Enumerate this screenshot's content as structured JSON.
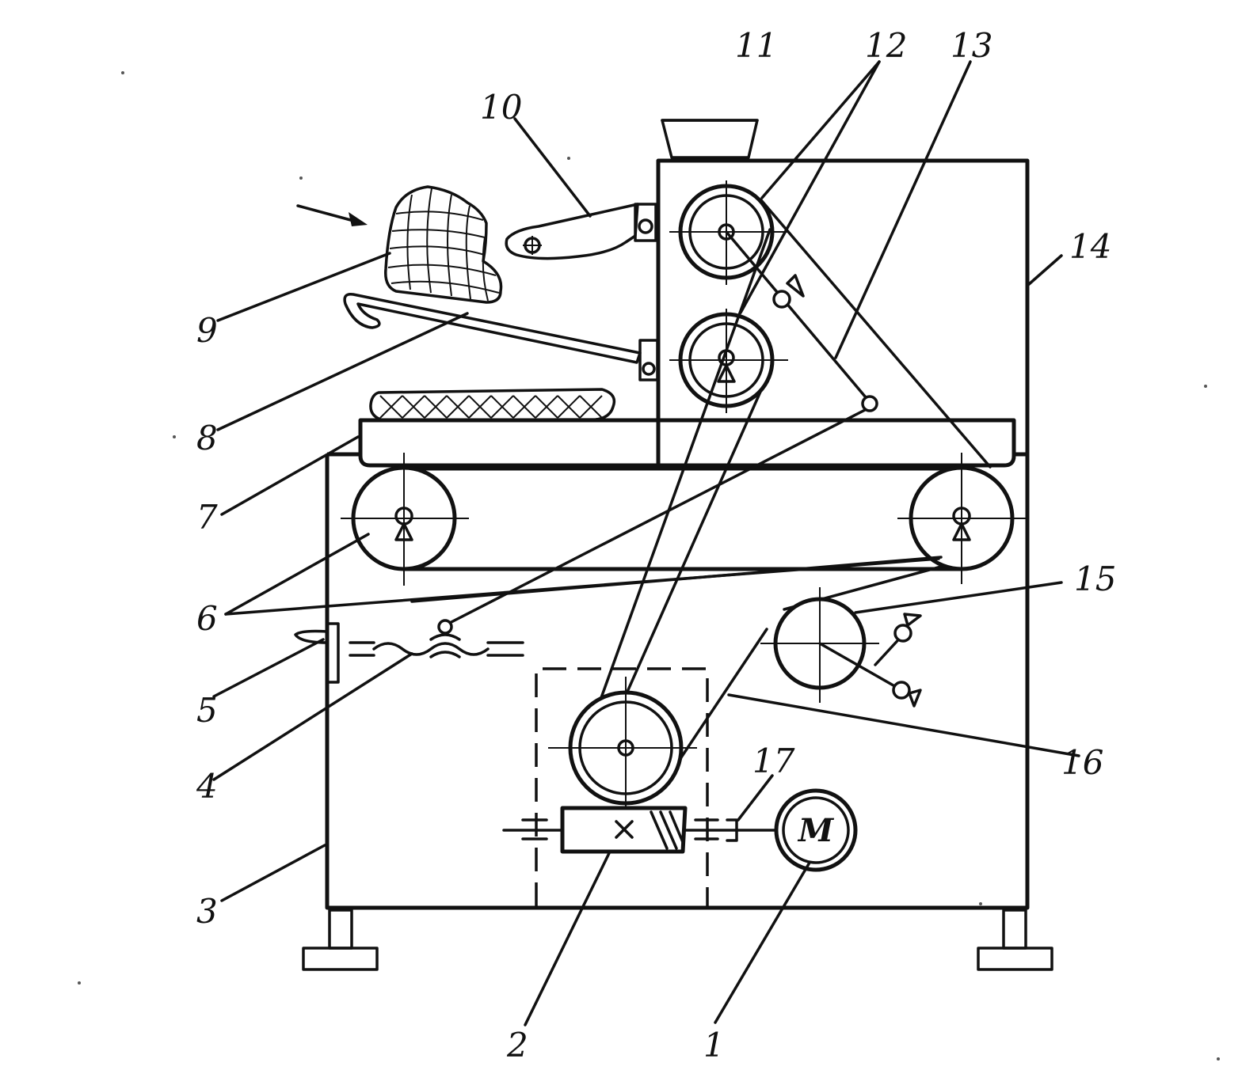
{
  "labels": {
    "l1": "1",
    "l2": "2",
    "l3": "3",
    "l4": "4",
    "l5": "5",
    "l6": "6",
    "l7": "7",
    "l8": "8",
    "l9": "9",
    "l10": "10",
    "l11": "11",
    "l12": "12",
    "l13": "13",
    "l14": "14",
    "l15": "15",
    "l16": "16",
    "l17": "17"
  },
  "motor_label": "M"
}
